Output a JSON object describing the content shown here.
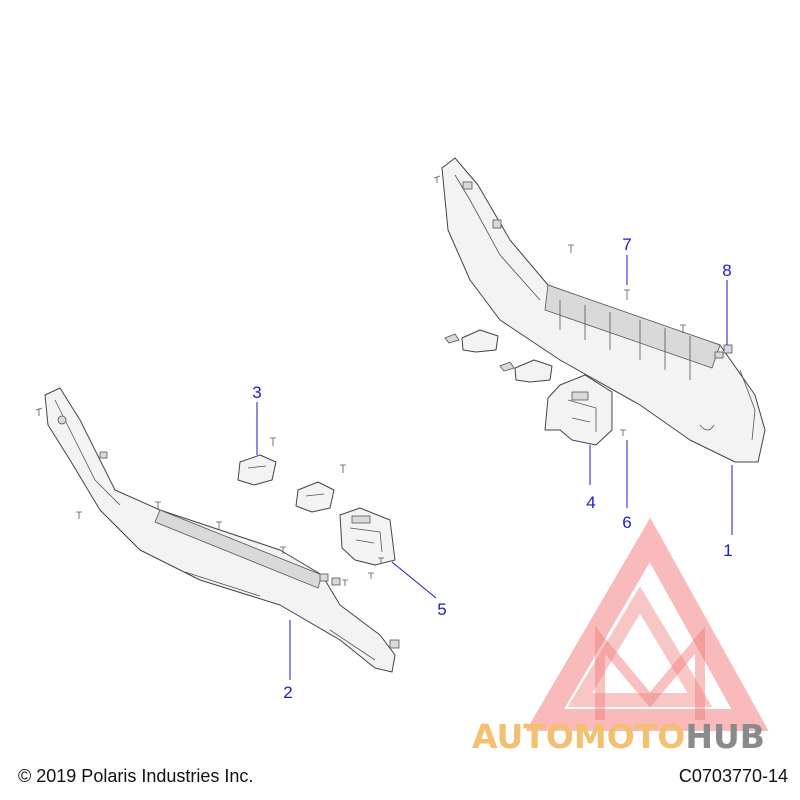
{
  "callouts": [
    "1",
    "2",
    "3",
    "4",
    "5",
    "6",
    "7",
    "8"
  ],
  "footer": {
    "copyright": "© 2019 Polaris Industries Inc.",
    "part_code": "C0703770-14"
  },
  "watermark": {
    "brand_part1": "AUTOMOTO",
    "brand_part2": "HUB",
    "color_orange": "#f2c070",
    "color_gray": "#8a8a8a",
    "color_red": "#ef6b6b"
  }
}
